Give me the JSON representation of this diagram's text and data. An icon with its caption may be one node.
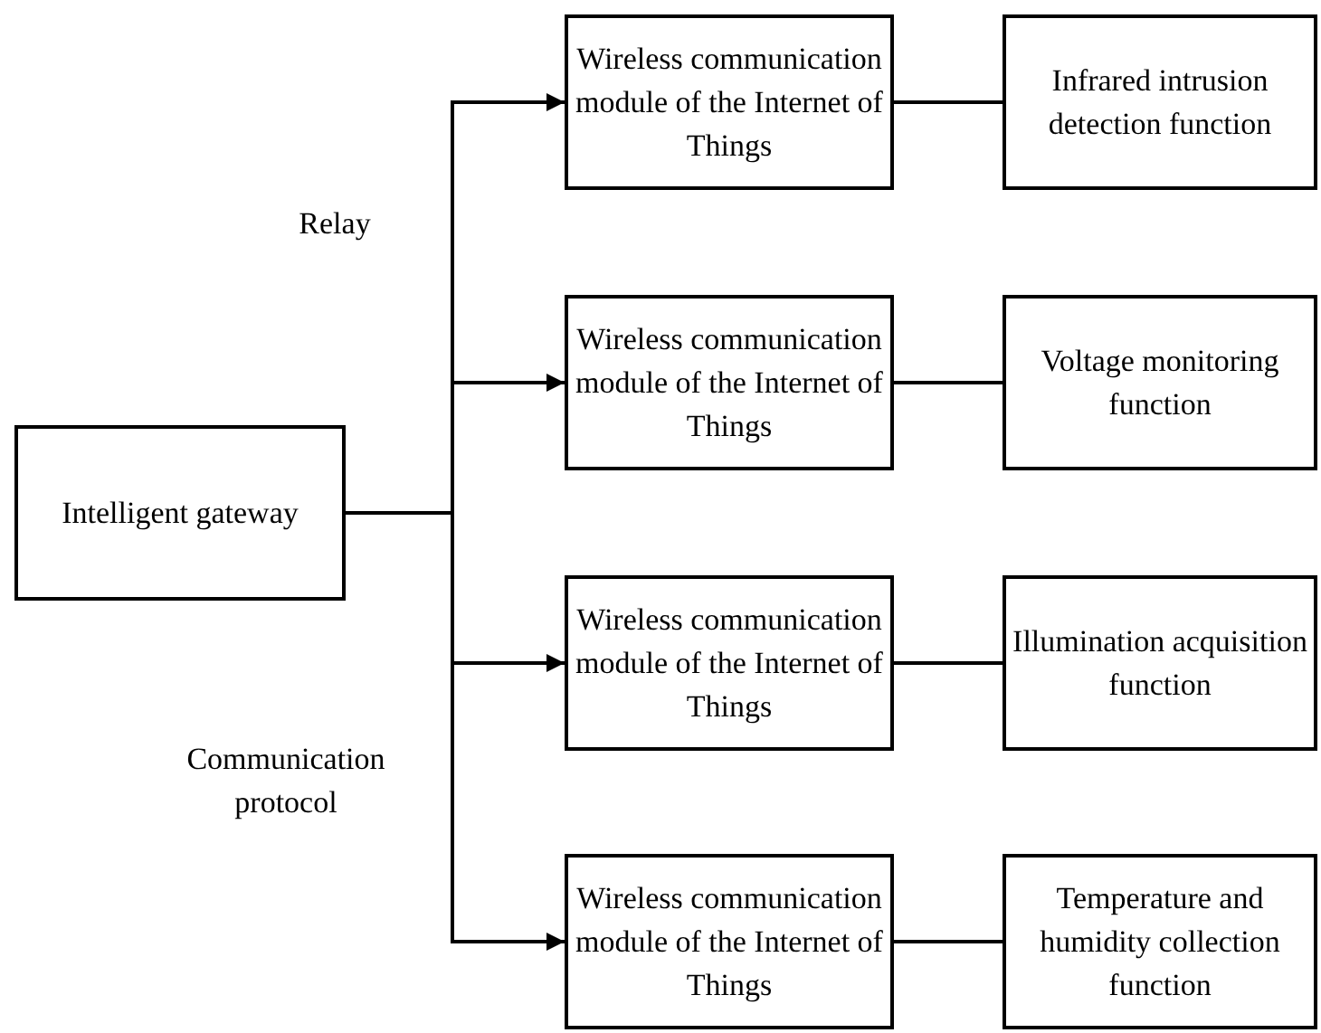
{
  "diagram": {
    "nodes": [
      {
        "text": [
          "Intelligent gateway"
        ]
      },
      {
        "text": [
          "Wireless communication module of the Internet of Things"
        ]
      },
      {
        "text": [
          "Wireless communication module of the Internet of Things"
        ]
      },
      {
        "text": [
          "Wireless communication module of the Internet of Things"
        ]
      },
      {
        "text": [
          "Wireless communication module of the Internet of Things"
        ]
      },
      {
        "text": [
          "Infrared intrusion detection function"
        ]
      },
      {
        "text": [
          "Voltage monitoring function"
        ]
      },
      {
        "text": [
          "Illumination acquisition function"
        ]
      },
      {
        "text": [
          "Temperature and humidity collection function"
        ]
      }
    ],
    "edges": [
      {
        "from": 0,
        "to": 1,
        "arrow": "to"
      },
      {
        "from": 0,
        "to": 2,
        "arrow": "to"
      },
      {
        "from": 0,
        "to": 3,
        "arrow": "to"
      },
      {
        "from": 0,
        "to": 4,
        "arrow": "to"
      },
      {
        "from": 1,
        "to": 5,
        "arrow": "none"
      },
      {
        "from": 2,
        "to": 6,
        "arrow": "none"
      },
      {
        "from": 3,
        "to": 7,
        "arrow": "none"
      },
      {
        "from": 4,
        "to": 8,
        "arrow": "none"
      }
    ],
    "labels": [
      "Relay",
      "Communication protocol"
    ]
  }
}
